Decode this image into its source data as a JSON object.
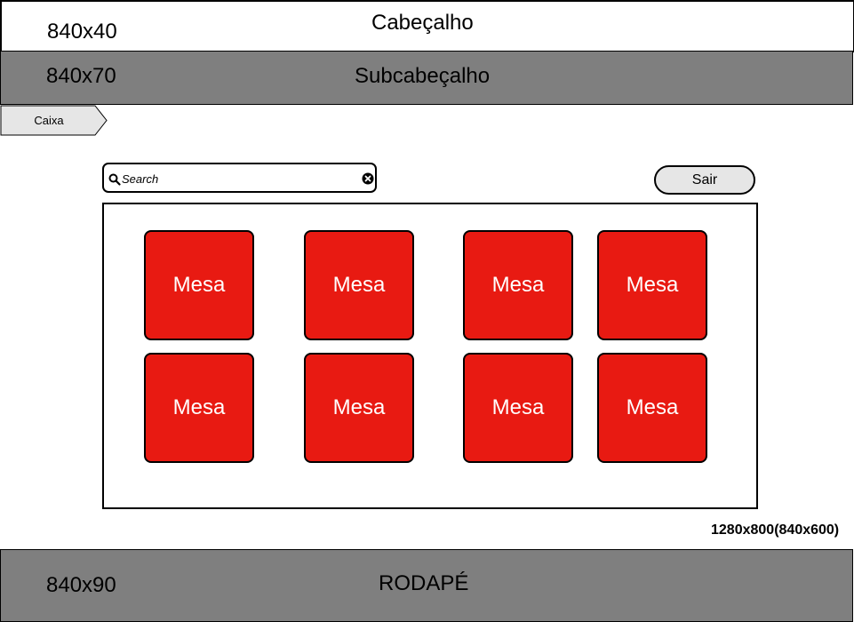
{
  "header": {
    "size_label": "840x40",
    "title": "Cabeçalho"
  },
  "subheader": {
    "size_label": "840x70",
    "title": "Subcabeçalho"
  },
  "breadcrumb": {
    "label": "Caixa"
  },
  "search": {
    "placeholder": "Search"
  },
  "exit_button": {
    "label": "Sair"
  },
  "tables": [
    {
      "label": "Mesa"
    },
    {
      "label": "Mesa"
    },
    {
      "label": "Mesa"
    },
    {
      "label": "Mesa"
    },
    {
      "label": "Mesa"
    },
    {
      "label": "Mesa"
    },
    {
      "label": "Mesa"
    },
    {
      "label": "Mesa"
    }
  ],
  "resolution_note": "1280x800(840x600)",
  "footer": {
    "size_label": "840x90",
    "title": "RODAPÉ"
  },
  "colors": {
    "table_tile": "#e81a12",
    "bar_gray": "#7f7f7f",
    "button_gray": "#e6e6e6"
  },
  "icons": {
    "search": "search-icon",
    "clear": "clear-icon",
    "breadcrumb_arrow": "breadcrumb-arrow-shape"
  }
}
